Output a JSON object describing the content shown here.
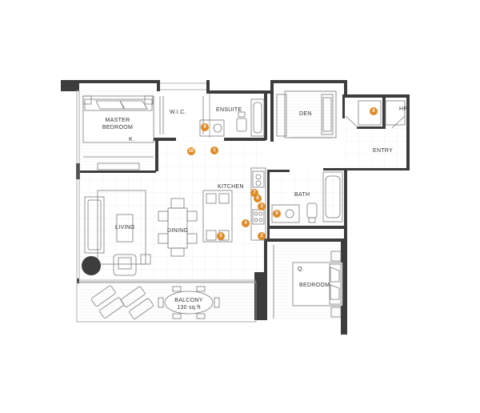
{
  "rooms": {
    "master": {
      "name": "MASTER",
      "name2": "BEDROOM"
    },
    "wic": "W.I.C.",
    "ensuite": "ENSUITE",
    "den": "DEN",
    "hp": "HP",
    "entry": "ENTRY",
    "kitchen": "KITCHEN",
    "bath": "BATH",
    "living": "LIVING",
    "dining": "DINING",
    "bedroom": "BEDROOM",
    "balcony": {
      "name": "BALCONY",
      "area": "130 sq ft"
    }
  },
  "bed_sizes": {
    "master": "K.",
    "bedroom": "Q."
  },
  "markers": [
    "1",
    "2",
    "3",
    "4",
    "5",
    "6",
    "7",
    "8",
    "9",
    "10"
  ],
  "colors": {
    "wall": "#3d3d3d",
    "marker": "#e08a24",
    "floor_grid": "#e6e6e6",
    "furniture_line": "#7a7a7a"
  }
}
